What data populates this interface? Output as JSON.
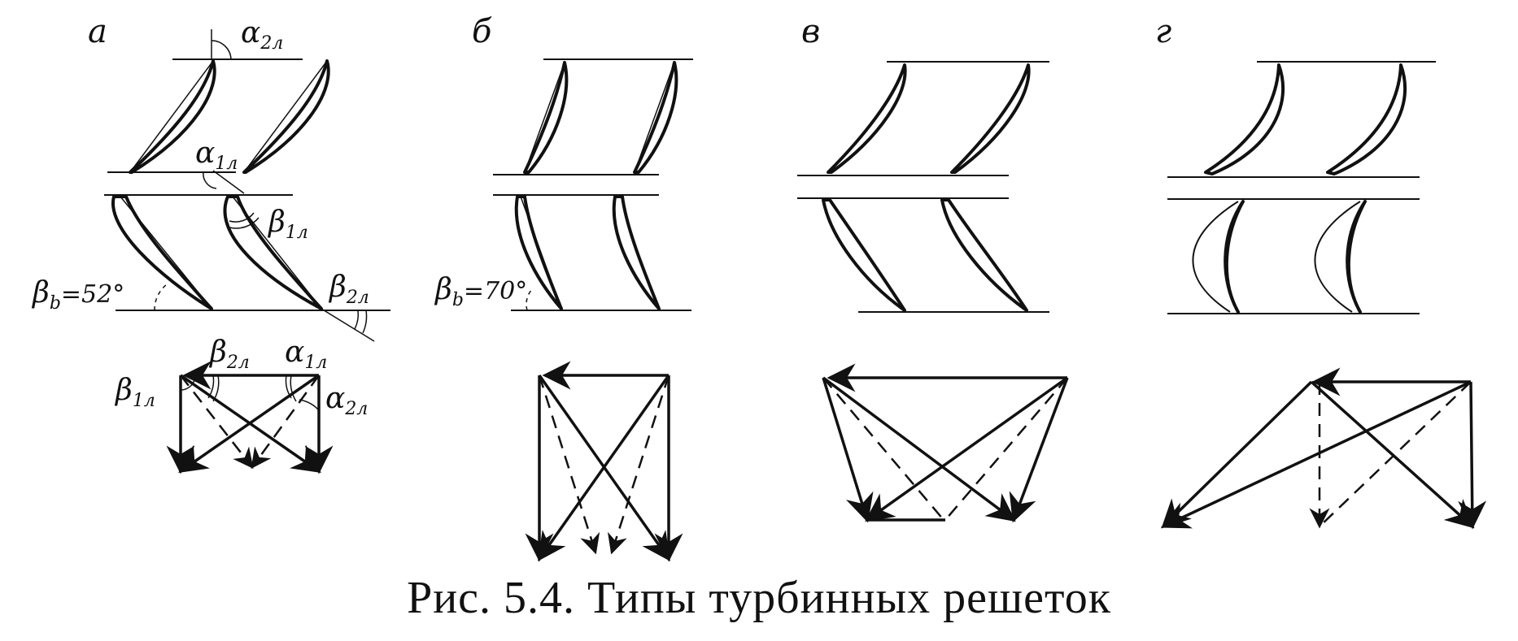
{
  "figure": {
    "caption": "Рис. 5.4. Типы турбинных решеток",
    "panels": [
      {
        "label": "а",
        "blade_angle": {
          "symbol": "β",
          "sub": "b",
          "value": "=52°"
        },
        "angles": [
          {
            "symbol": "α",
            "sub": "2л"
          },
          {
            "symbol": "α",
            "sub": "1л"
          },
          {
            "symbol": "β",
            "sub": "1л"
          },
          {
            "symbol": "β",
            "sub": "2л"
          }
        ],
        "triangle_angles": [
          {
            "symbol": "β",
            "sub": "2л"
          },
          {
            "symbol": "α",
            "sub": "1л"
          },
          {
            "symbol": "β",
            "sub": "1л"
          },
          {
            "symbol": "α",
            "sub": "2л"
          }
        ]
      },
      {
        "label": "б",
        "blade_angle": {
          "symbol": "β",
          "sub": "b",
          "value": "=70°"
        }
      },
      {
        "label": "в"
      },
      {
        "label": "г"
      }
    ]
  }
}
